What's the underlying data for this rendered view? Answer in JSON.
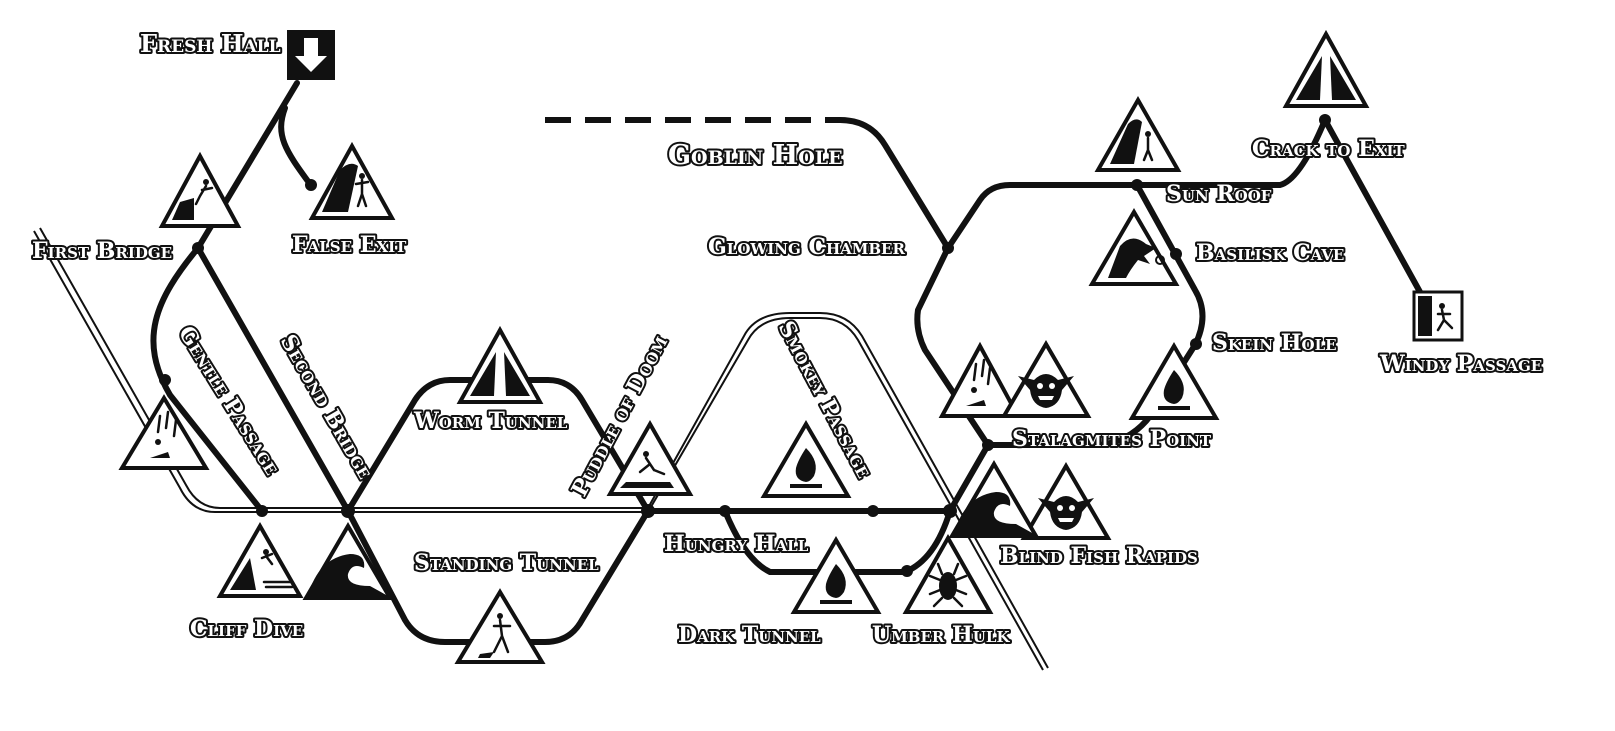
{
  "map": {
    "stations": {
      "fresh_hall": "Fresh Hall",
      "false_exit": "False Exit",
      "first_bridge": "First Bridge",
      "gentle_passage": "Gentle Passage",
      "second_bridge": "Second Bridge",
      "worm_tunnel": "Worm Tunnel",
      "puddle_of_doom": "Puddle of Doom",
      "smokey_passage": "Smokey Passage",
      "goblin_hole": "Goblin Hole",
      "glowing_chamber": "Glowing Chamber",
      "sun_roof": "Sun Roof",
      "crack_to_exit": "Crack to Exit",
      "basilisk_cave": "Basilisk Cave",
      "skein_hole": "Skein Hole",
      "windy_passage": "Windy Passage",
      "stalagmites_point": "Stalagmites Point",
      "blind_fish_rapids": "Blind Fish Rapids",
      "standing_tunnel": "Standing Tunnel",
      "hungry_hall": "Hungry Hall",
      "dark_tunnel": "Dark Tunnel",
      "umber_hulk": "Umber Hulk",
      "cliff_dive": "Cliff Dive"
    },
    "icons": [
      "entrance-arrow-icon",
      "cliff-jump-icon",
      "rockfall-icon",
      "falling-rocks-icon",
      "narrow-passage-icon",
      "slippery-fall-icon",
      "fire-icon",
      "goblin-icon",
      "dragon-icon",
      "water-wave-icon",
      "cliff-dive-icon",
      "low-ceiling-icon",
      "beetle-icon",
      "exit-sign-icon"
    ],
    "colors": {
      "ink": "#111111",
      "paper": "#ffffff"
    }
  }
}
